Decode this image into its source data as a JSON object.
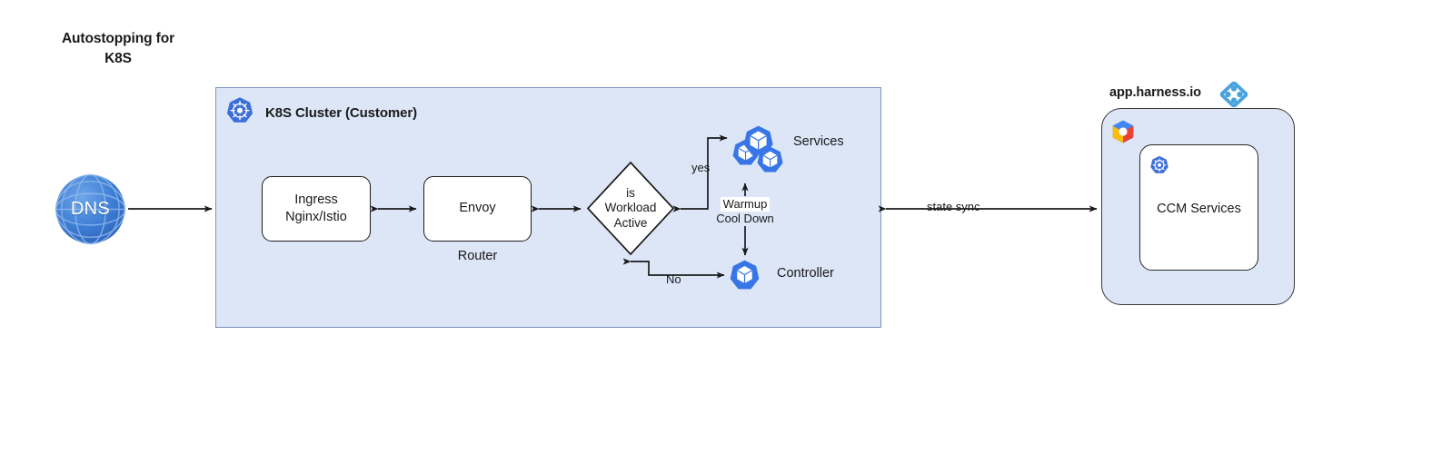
{
  "title": "Autostopping for\nK8S",
  "cluster": {
    "title": "K8S Cluster (Customer)",
    "icon": "kubernetes-icon",
    "fill": "#dce6f7",
    "border": "#7b92bd"
  },
  "nodes": {
    "dns": {
      "label": "DNS",
      "icon": "globe-icon",
      "color": "#3d7bd1"
    },
    "ingress": {
      "label": "Ingress\nNginx/Istio"
    },
    "envoy": {
      "label": "Envoy",
      "caption": "Router"
    },
    "decision": {
      "label": "is\nWorkload\nActive"
    },
    "services": {
      "label": "Services",
      "icon": "kubernetes-pods-icon",
      "color": "#3876e8"
    },
    "controller": {
      "label": "Controller",
      "icon": "kubernetes-pod-icon",
      "color": "#3876e8"
    }
  },
  "edges": {
    "yes": "yes",
    "no": "No",
    "warmup": "Warmup",
    "cooldown": "Cool Down",
    "state_sync": "state sync"
  },
  "harness": {
    "label": "app.harness.io",
    "logo": "harness-logo-icon",
    "logo_color": "#4aa3dd",
    "cloud_logo": "gcp-logo-icon",
    "inner": {
      "icon": "kubernetes-icon",
      "label": "CCM Services"
    }
  }
}
